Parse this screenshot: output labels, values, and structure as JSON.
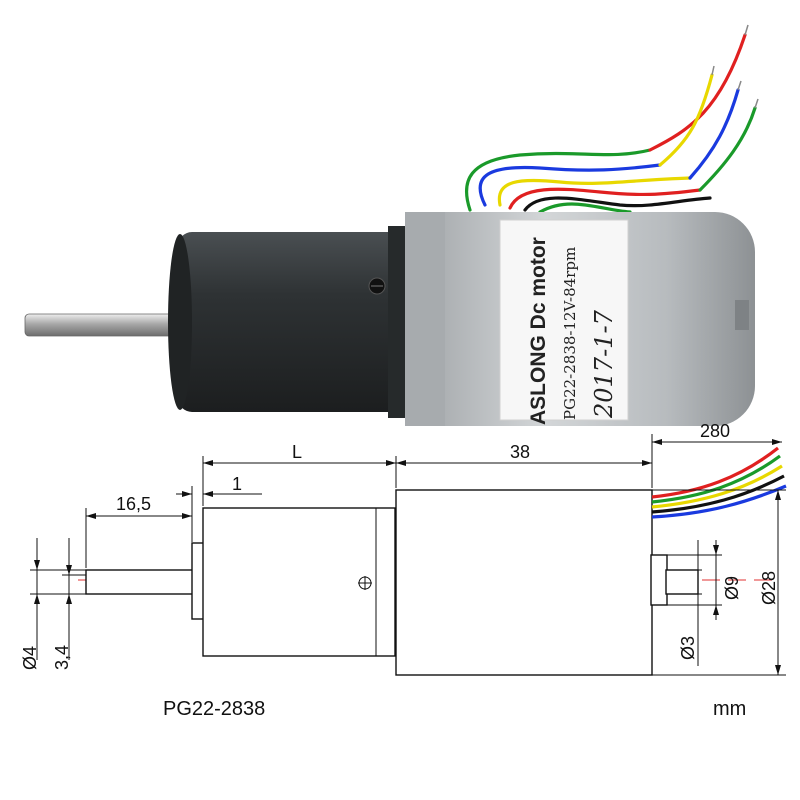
{
  "photo": {
    "label_title": "ASLONG Dc motor",
    "label_model": "PG22-2838-12V-84rpm",
    "label_date": "2017-1-7"
  },
  "drawing": {
    "dim_L": "L",
    "dim_38": "38",
    "dim_280": "280",
    "dim_16_5": "16,5",
    "dim_1": "1",
    "dim_d4": "Ø4",
    "dim_3_4": "3,4",
    "dim_d9": "Ø9",
    "dim_d3": "Ø3",
    "dim_d28": "Ø28",
    "model_caption": "PG22-2838",
    "unit_caption": "mm"
  },
  "colors": {
    "gearbox": "#2a2d2e",
    "can": "#b9bdc0",
    "wire_red": "#e02020",
    "wire_green": "#1a9a2a",
    "wire_yellow": "#e8d800",
    "wire_blue": "#1a3adf",
    "wire_black": "#111111",
    "centerline": "#e03030"
  }
}
